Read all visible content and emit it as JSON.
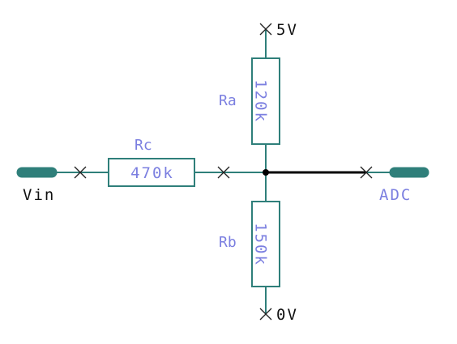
{
  "supply": {
    "top": "5V",
    "bottom": "0V"
  },
  "resistors": {
    "ra": {
      "ref": "Ra",
      "value": "120k"
    },
    "rb": {
      "ref": "Rb",
      "value": "150k"
    },
    "rc": {
      "ref": "Rc",
      "value": "470k"
    }
  },
  "ports": {
    "input": "Vin",
    "output": "ADC"
  },
  "colors": {
    "component": "#2f7f7a",
    "label": "#7b7fe0",
    "net": "#000000",
    "text": "#111111"
  }
}
